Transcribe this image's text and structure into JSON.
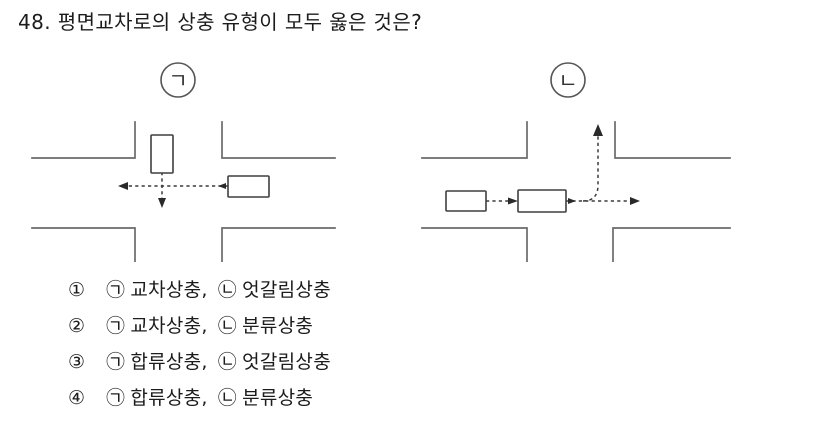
{
  "question": {
    "number": "48.",
    "text": "48. 평면교차로의 상충 유형이 모두 옳은 것은?"
  },
  "figures": [
    {
      "id": "figure-a",
      "label": "㉠",
      "label_plain": "ㄱ",
      "conflict_type": "교차상충",
      "description": "평면교차로에서 직진 차량과 좌측 진행 차량이 교차하는 상충 다이어그램",
      "vehicles": [
        {
          "name": "vertical-vehicle",
          "orientation": "vertical",
          "direction": "down"
        },
        {
          "name": "horizontal-vehicle",
          "orientation": "horizontal",
          "direction": "left"
        }
      ]
    },
    {
      "id": "figure-b",
      "label": "㉡",
      "label_plain": "ㄴ",
      "conflict_type": "분류상충",
      "description": "평면교차로에서 한 방향 흐름이 직진과 좌회전으로 갈라지는 상충 다이어그램",
      "vehicles": [
        {
          "name": "rear-vehicle",
          "orientation": "horizontal",
          "direction": "right"
        },
        {
          "name": "front-vehicle",
          "orientation": "horizontal",
          "direction": "right"
        }
      ]
    }
  ],
  "options": [
    {
      "marker": "①",
      "tag_a": "㉠",
      "value_a": "교차상충,",
      "tag_b": "㉡",
      "value_b": "엇갈림상충",
      "full_text": "① ㉠ 교차상충, ㉡ 엇갈림상충"
    },
    {
      "marker": "②",
      "tag_a": "㉠",
      "value_a": "교차상충,",
      "tag_b": "㉡",
      "value_b": "분류상충",
      "full_text": "② ㉠ 교차상충, ㉡ 분류상충"
    },
    {
      "marker": "③",
      "tag_a": "㉠",
      "value_a": "합류상충,",
      "tag_b": "㉡",
      "value_b": "엇갈림상충",
      "full_text": "③ ㉠ 합류상충, ㉡ 엇갈림상충"
    },
    {
      "marker": "④",
      "tag_a": "㉠",
      "value_a": "합류상충,",
      "tag_b": "㉡",
      "value_b": "분류상충",
      "full_text": "④ ㉠ 합류상충, ㉡ 분류상충"
    }
  ],
  "colors": {
    "text": "#1c1c1c",
    "road_line": "#666666",
    "vehicle_stroke": "#444444",
    "path_dash": "#333333",
    "background": "#ffffff"
  }
}
